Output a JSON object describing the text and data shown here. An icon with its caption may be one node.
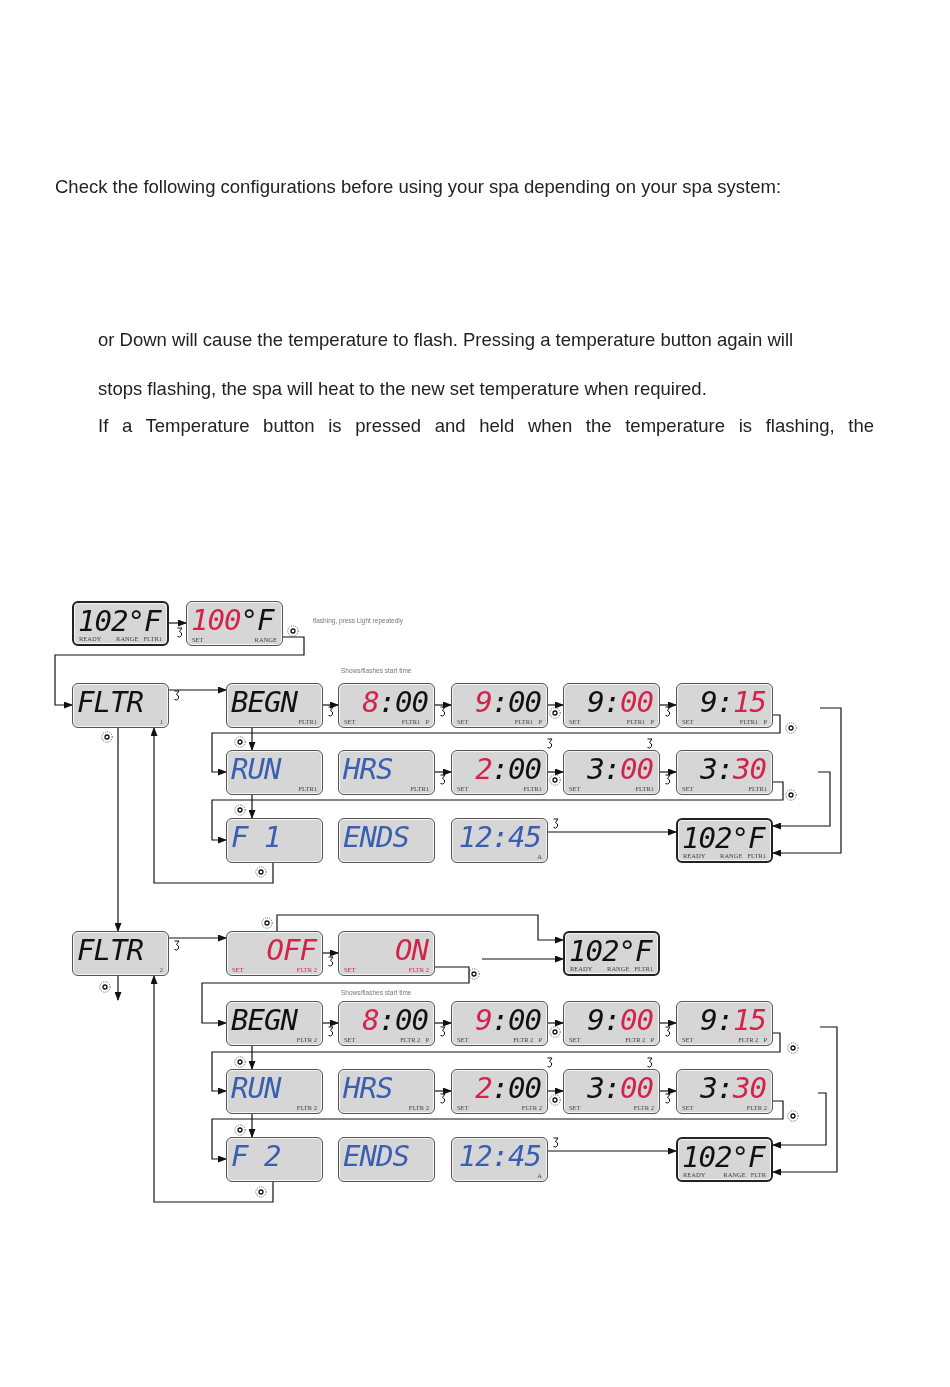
{
  "diagram": {
    "nodes": [
      {
        "text": [
          "102°F",
          "READY",
          "RANGE",
          "FLTR1"
        ]
      },
      {
        "text": [
          "100°F",
          "SET",
          "RANGE"
        ]
      },
      {
        "text": [
          "FLTR",
          "1"
        ]
      },
      {
        "text": [
          "BEGN",
          "FLTR1"
        ]
      },
      {
        "text": [
          "8:00",
          "SET",
          "FLTR1",
          "P"
        ]
      },
      {
        "text": [
          "9:00",
          "SET",
          "FLTR1",
          "P"
        ]
      },
      {
        "text": [
          "9:00",
          "SET",
          "FLTR1",
          "P"
        ]
      },
      {
        "text": [
          "9:15",
          "SET",
          "FLTR1",
          "P"
        ]
      },
      {
        "text": [
          "RUN",
          "FLTR1"
        ]
      },
      {
        "text": [
          "HRS",
          "FLTR1"
        ]
      },
      {
        "text": [
          "2:00",
          "SET",
          "FLTR1"
        ]
      },
      {
        "text": [
          "3:00",
          "SET",
          "FLTR1"
        ]
      },
      {
        "text": [
          "3:30",
          "SET",
          "FLTR1"
        ]
      },
      {
        "text": [
          "F 1"
        ]
      },
      {
        "text": [
          "ENDS"
        ]
      },
      {
        "text": [
          "12:45",
          "A"
        ]
      },
      {
        "text": [
          "102°F",
          "READY",
          "RANGE",
          "FLTR1"
        ]
      },
      {
        "text": [
          "FLTR",
          "2"
        ]
      },
      {
        "text": [
          "OFF",
          "SET",
          "FLTR 2"
        ]
      },
      {
        "text": [
          "ON",
          "SET",
          "FLTR 2"
        ]
      },
      {
        "text": [
          "102°F",
          "READY",
          "RANGE",
          "FLTR1"
        ]
      },
      {
        "text": [
          "BEGN",
          "FLTR 2"
        ]
      },
      {
        "text": [
          "8:00",
          "SET",
          "FLTR 2",
          "P"
        ]
      },
      {
        "text": [
          "9:00",
          "SET",
          "FLTR 2",
          "P"
        ]
      },
      {
        "text": [
          "9:00",
          "SET",
          "FLTR 2",
          "P"
        ]
      },
      {
        "text": [
          "9:15",
          "SET",
          "FLTR 2",
          "P"
        ]
      },
      {
        "text": [
          "RUN",
          "FLTR 2"
        ]
      },
      {
        "text": [
          "HRS",
          "FLTR 2"
        ]
      },
      {
        "text": [
          "2:00",
          "SET",
          "FLTR 2"
        ]
      },
      {
        "text": [
          "3:00",
          "SET",
          "FLTR 2"
        ]
      },
      {
        "text": [
          "3:30",
          "SET",
          "FLTR 2"
        ]
      },
      {
        "text": [
          "F 2"
        ]
      },
      {
        "text": [
          "ENDS"
        ]
      },
      {
        "text": [
          "12:45",
          "A"
        ]
      },
      {
        "text": [
          "102°F",
          "READY",
          "RANGE",
          "FLTR"
        ]
      }
    ],
    "edges": [
      {
        "from": 0,
        "to": 1,
        "arrow": "to"
      },
      {
        "from": 1,
        "to": 2,
        "arrow": "to"
      },
      {
        "from": 2,
        "to": 3,
        "arrow": "to"
      },
      {
        "from": 3,
        "to": 4,
        "arrow": "to"
      },
      {
        "from": 4,
        "to": 5,
        "arrow": "to"
      },
      {
        "from": 5,
        "to": 6,
        "arrow": "to"
      },
      {
        "from": 6,
        "to": 7,
        "arrow": "to"
      },
      {
        "from": 7,
        "to": 8,
        "arrow": "to"
      },
      {
        "from": 3,
        "to": 8,
        "arrow": "to"
      },
      {
        "from": 9,
        "to": 10,
        "arrow": "to"
      },
      {
        "from": 10,
        "to": 11,
        "arrow": "to"
      },
      {
        "from": 11,
        "to": 12,
        "arrow": "to"
      },
      {
        "from": 12,
        "to": 13,
        "arrow": "to"
      },
      {
        "from": 8,
        "to": 13,
        "arrow": "to"
      },
      {
        "from": 15,
        "to": 16,
        "arrow": "to"
      },
      {
        "from": 13,
        "to": 2,
        "arrow": "to"
      },
      {
        "from": null,
        "to": 16,
        "arrow": "to"
      },
      {
        "from": null,
        "to": 16,
        "arrow": "to"
      },
      {
        "from": 2,
        "to": 17,
        "arrow": "to"
      },
      {
        "from": 17,
        "to": 18,
        "arrow": "to"
      },
      {
        "from": 18,
        "to": 19,
        "arrow": "to"
      },
      {
        "from": 18,
        "to": 20,
        "arrow": "to"
      },
      {
        "from": null,
        "to": 20,
        "arrow": "to"
      },
      {
        "from": 19,
        "to": 21,
        "arrow": "to"
      },
      {
        "from": 21,
        "to": 22,
        "arrow": "to"
      },
      {
        "from": 22,
        "to": 23,
        "arrow": "to"
      },
      {
        "from": 23,
        "to": 24,
        "arrow": "to"
      },
      {
        "from": 24,
        "to": 25,
        "arrow": "to"
      },
      {
        "from": 25,
        "to": 26,
        "arrow": "to"
      },
      {
        "from": 21,
        "to": 26,
        "arrow": "to"
      },
      {
        "from": 27,
        "to": 28,
        "arrow": "to"
      },
      {
        "from": 28,
        "to": 29,
        "arrow": "to"
      },
      {
        "from": 29,
        "to": 30,
        "arrow": "to"
      },
      {
        "from": 30,
        "to": 31,
        "arrow": "to"
      },
      {
        "from": 26,
        "to": 31,
        "arrow": "to"
      },
      {
        "from": 33,
        "to": 34,
        "arrow": "to"
      },
      {
        "from": 31,
        "to": 17,
        "arrow": "to"
      },
      {
        "from": null,
        "to": 34,
        "arrow": "to"
      },
      {
        "from": null,
        "to": 34,
        "arrow": "to"
      },
      {
        "from": 17,
        "to": null,
        "arrow": "to"
      }
    ],
    "labels": [
      "Check the following configurations before using your spa depending on your spa system:",
      "or Down will cause the temperature to flash. Pressing a temperature button again will",
      "stops flashing, the spa will heat to the new set temperature when required.",
      "If a Temperature button is pressed and held when the temperature is flashing, the",
      "flashing, press Light repeatedly",
      "Shows/flashes start time",
      "Shows/flashes start time"
    ]
  }
}
